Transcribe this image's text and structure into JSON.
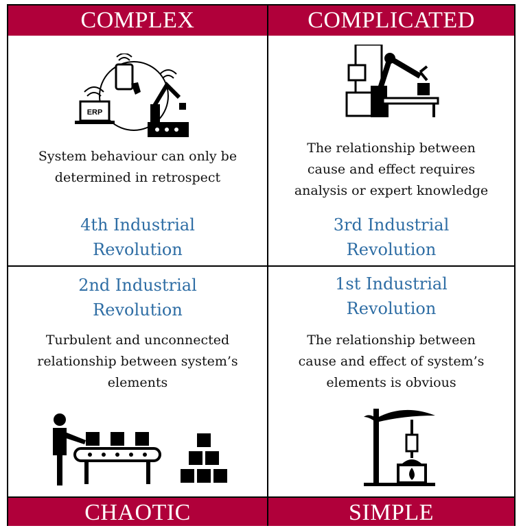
{
  "quadrants": {
    "complex": {
      "label": "COMPLEX",
      "description_lines": [
        "System behaviour can only be",
        "determined in retrospect"
      ],
      "revolution_lines": [
        "4th Industrial",
        "Revolution"
      ],
      "icon": "connected-factory-icon",
      "icon_text": "ERP"
    },
    "complicated": {
      "label": "COMPLICATED",
      "description_lines": [
        "The relationship between",
        "cause and effect requires",
        "analysis or expert knowledge"
      ],
      "revolution_lines": [
        "3rd Industrial",
        "Revolution"
      ],
      "icon": "robot-arm-icon"
    },
    "chaotic": {
      "label": "CHAOTIC",
      "description_lines": [
        "Turbulent and unconnected",
        "relationship between system’s",
        "elements"
      ],
      "revolution_lines": [
        "2nd Industrial",
        "Revolution"
      ],
      "icon": "assembly-line-icon"
    },
    "simple": {
      "label": "SIMPLE",
      "description_lines": [
        "The relationship between",
        "cause and effect of system’s",
        "elements is obvious"
      ],
      "revolution_lines": [
        "1st Industrial",
        "Revolution"
      ],
      "icon": "steam-engine-icon"
    }
  },
  "colors": {
    "header_bg": "#b0003a",
    "header_text": "#ffffff",
    "revolution_text": "#2e6da4",
    "border": "#000000"
  }
}
